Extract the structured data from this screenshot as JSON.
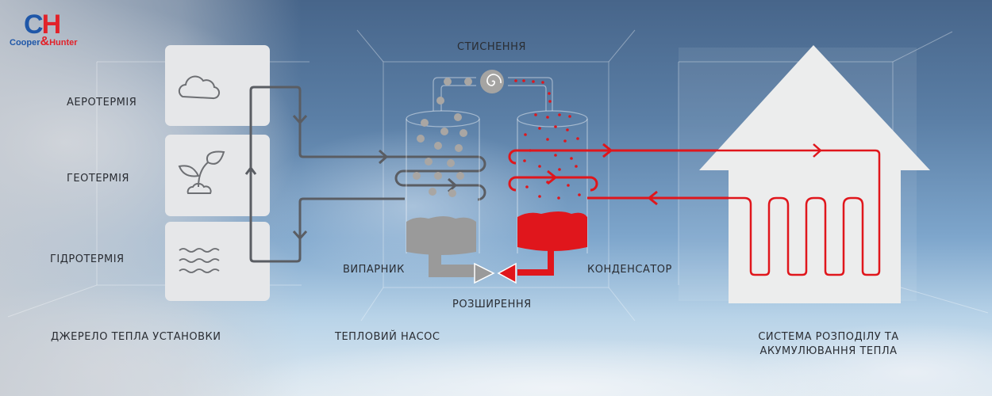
{
  "logo": {
    "letter_c": "C",
    "letter_h": "H",
    "brand_left": "Cooper",
    "brand_amp": "&",
    "brand_right": "Hunter",
    "colors": {
      "blue": "#1f57a8",
      "red": "#e2222a"
    }
  },
  "sources": {
    "items": [
      {
        "label": "АЕРОТЕРМІЯ",
        "icon": "cloud-icon"
      },
      {
        "label": "ГЕОТЕРМІЯ",
        "icon": "sprout-icon"
      },
      {
        "label": "ГІДРОТЕРМІЯ",
        "icon": "waves-icon"
      }
    ],
    "caption": "ДЖЕРЕЛО ТЕПЛА УСТАНОВКИ"
  },
  "heat_pump": {
    "compression_label": "СТИСНЕННЯ",
    "evaporator_label": "ВИПАРНИК",
    "condenser_label": "КОНДЕНСАТОР",
    "expansion_label": "РОЗШИРЕННЯ",
    "caption": "ТЕПЛОВИЙ НАСОС",
    "colors": {
      "cold": "#9a9a9a",
      "hot": "#e0161c",
      "pipe": "#5a5d63"
    }
  },
  "distribution": {
    "caption_line1": "СИСТЕМА РОЗПОДІЛУ ТА",
    "caption_line2": "АКУМУЛЮВАННЯ ТЕПЛА",
    "icon": "house-icon"
  }
}
